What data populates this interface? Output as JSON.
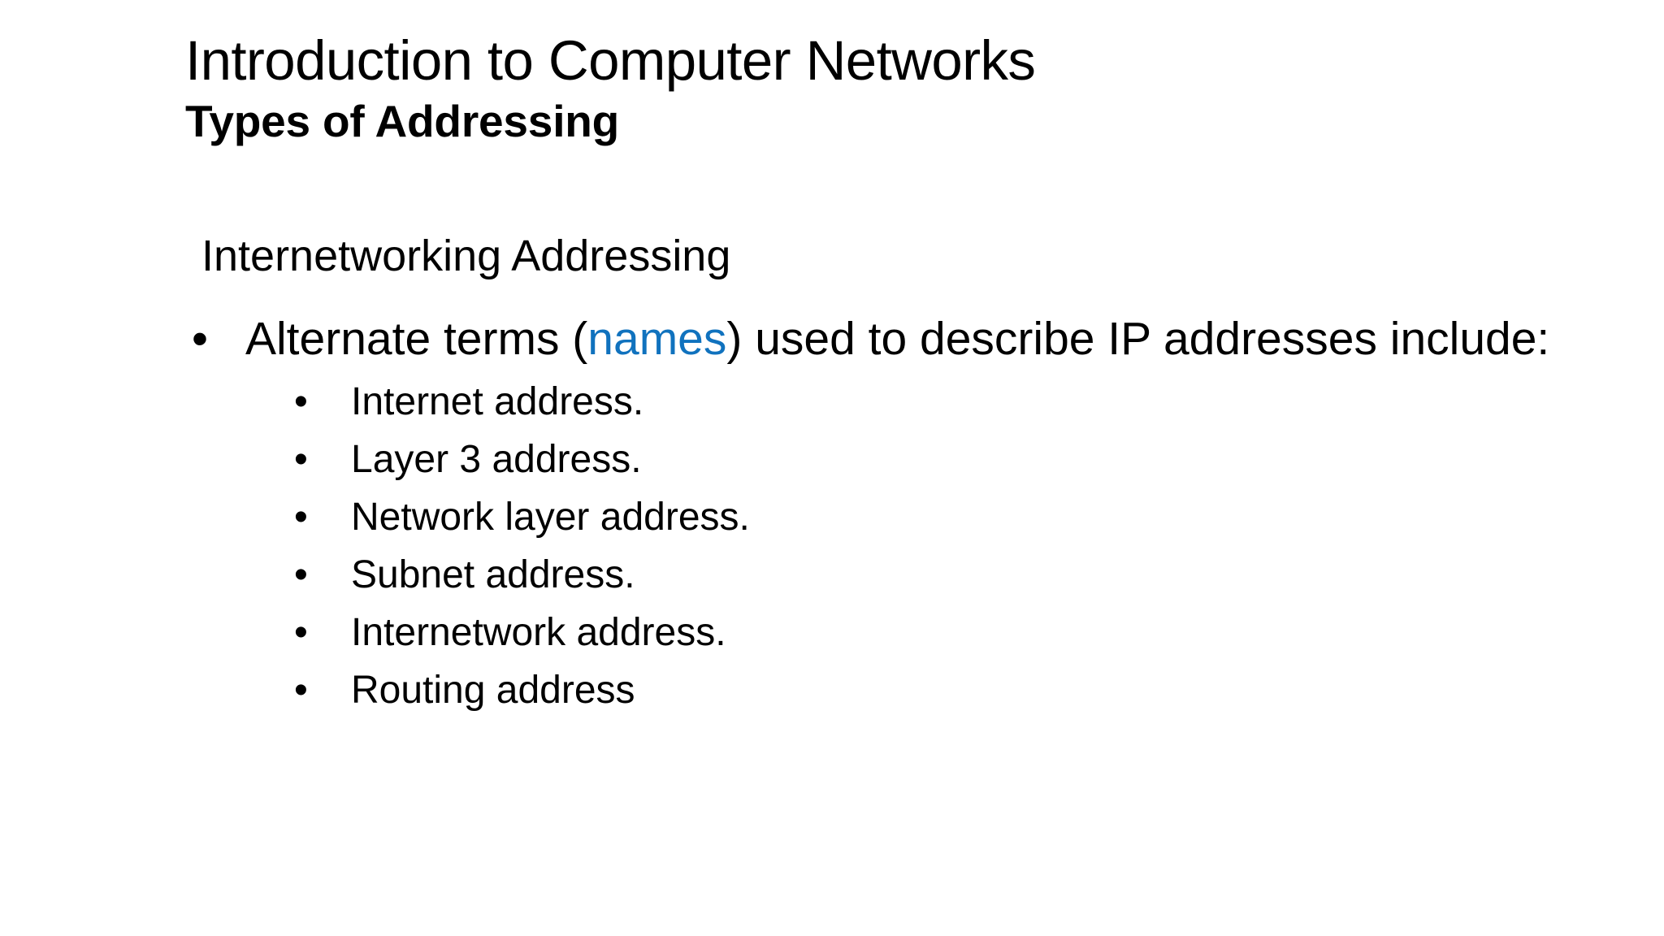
{
  "slide": {
    "background_color": "#FFFFFF",
    "text_color": "#000000",
    "accent_color": "#1072BE",
    "title": {
      "line1": "Introduction to Computer Networks",
      "line2": "Types of Addressing"
    },
    "subtitle": "Internetworking Addressing",
    "body": {
      "bullet_glyph": "•",
      "level1": {
        "text_before_accent": "Alternate terms (",
        "accent_text": "names",
        "text_after_accent": ") used to describe IP addresses include:"
      },
      "level2_items": [
        "Internet address.",
        "Layer 3 address.",
        "Network layer address.",
        "Subnet address.",
        "Internetwork address.",
        "Routing address"
      ]
    }
  }
}
